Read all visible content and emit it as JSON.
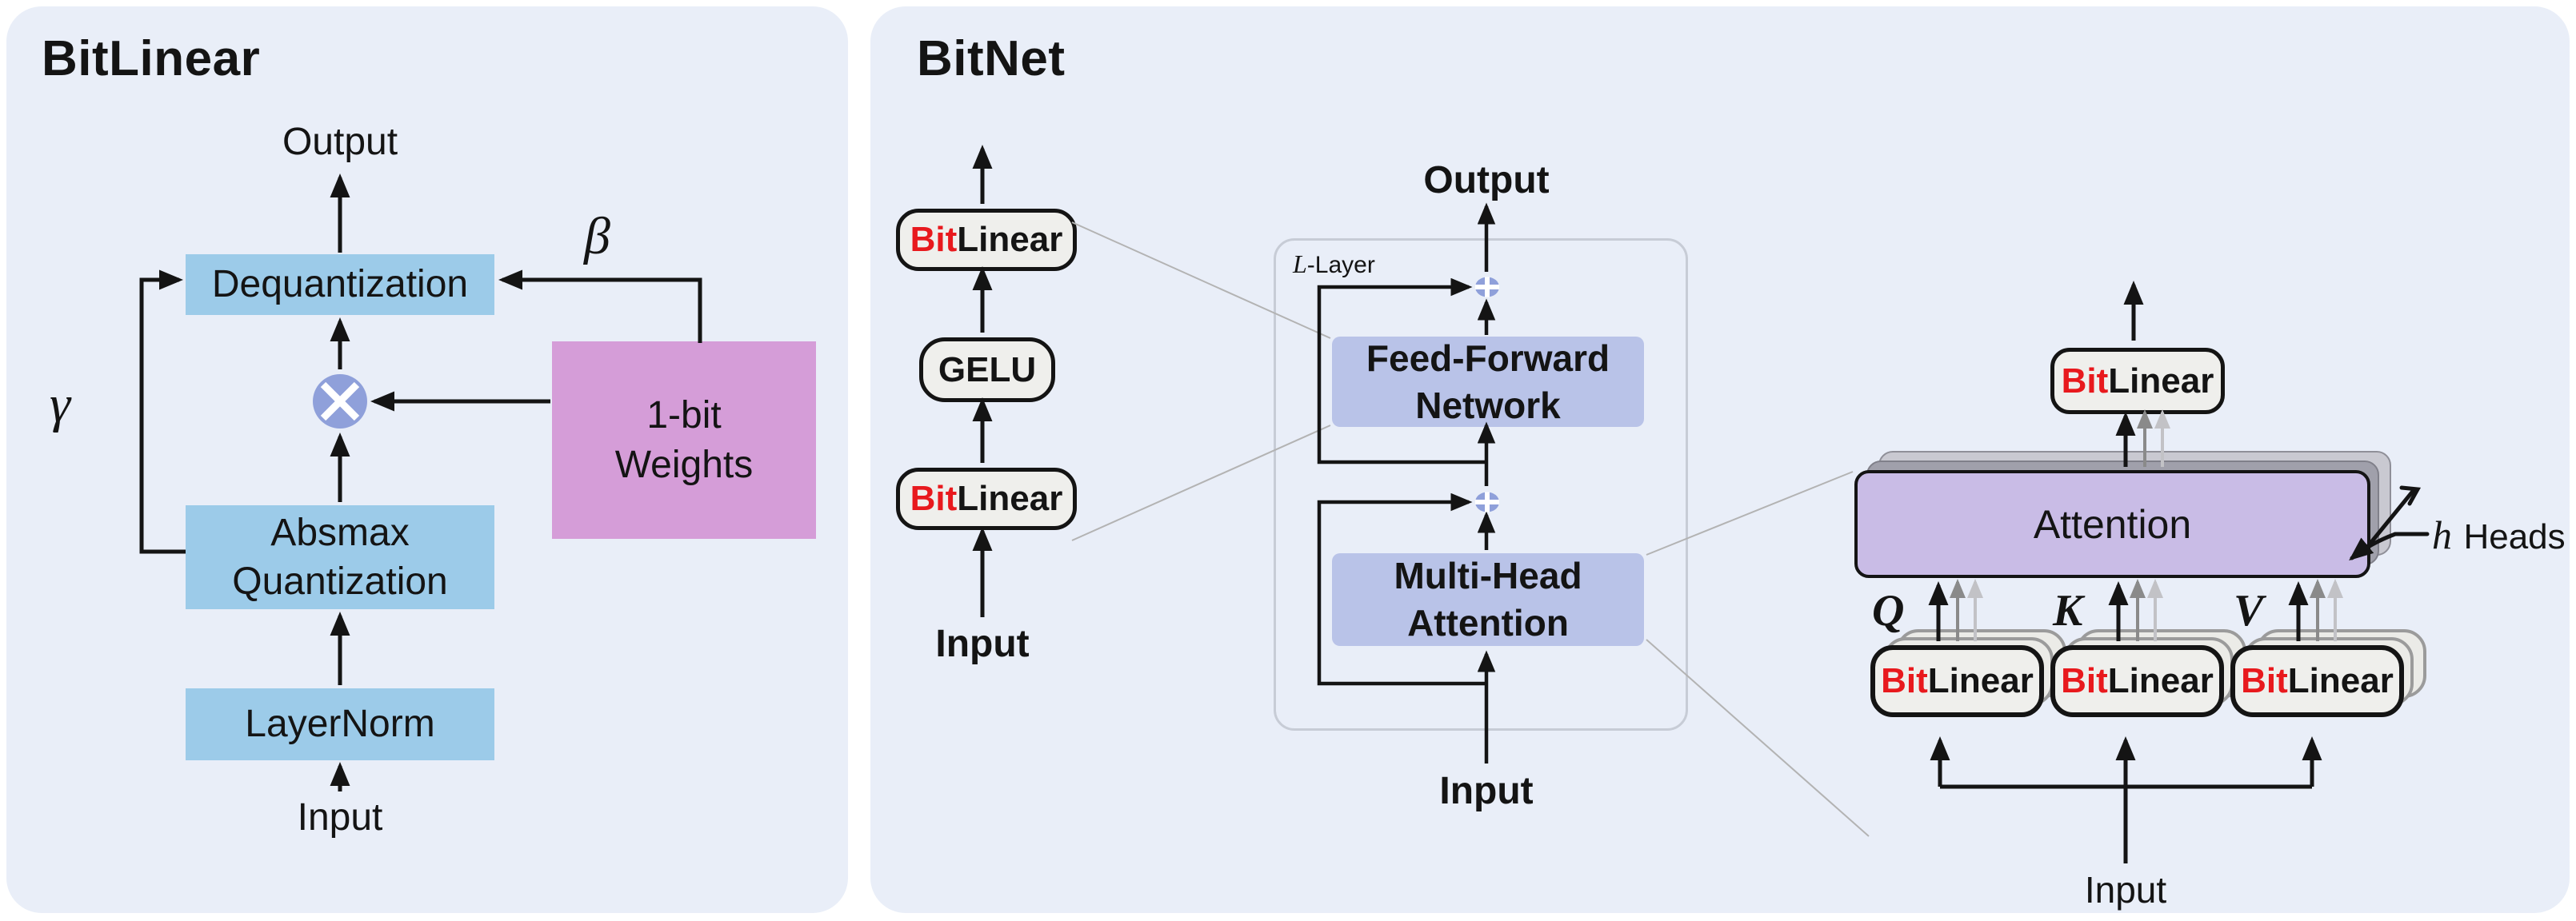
{
  "colors": {
    "panel_bg": "#e9eef8",
    "box_blue": "#9ccbe9",
    "box_pink": "#d59dd8",
    "box_lavender": "#b9c3e8",
    "box_purple": "#c9bce6",
    "operator_fill": "#8fa0da",
    "bit_red": "#e8191d"
  },
  "bitlinear_panel": {
    "title": "BitLinear",
    "output_label": "Output",
    "dequantization_label": "Dequantization",
    "beta_symbol": "β",
    "gamma_symbol": "γ",
    "weights_label_line1": "1-bit",
    "weights_label_line2": "Weights",
    "absmax_label_line1": "Absmax",
    "absmax_label_line2": "Quantization",
    "layernorm_label": "LayerNorm",
    "input_label": "Input"
  },
  "bitnet_panel": {
    "title": "BitNet",
    "ffn_stack": {
      "bitlinear_bit": "Bit",
      "bitlinear_linear": "Linear",
      "gelu_label": "GELU",
      "input_label": "Input"
    },
    "transformer_block": {
      "output_label": "Output",
      "layer_label_l": "L",
      "layer_label_suffix": "-Layer",
      "ffn_label_line1": "Feed-Forward",
      "ffn_label_line2": "Network",
      "mha_label_line1": "Multi-Head",
      "mha_label_line2": "Attention",
      "input_label": "Input"
    },
    "attention_detail": {
      "bitlinear_bit": "Bit",
      "bitlinear_linear": "Linear",
      "attention_label": "Attention",
      "heads_symbol": "h",
      "heads_label": "Heads",
      "q_label": "Q",
      "k_label": "K",
      "v_label": "V",
      "input_label": "Input"
    }
  }
}
